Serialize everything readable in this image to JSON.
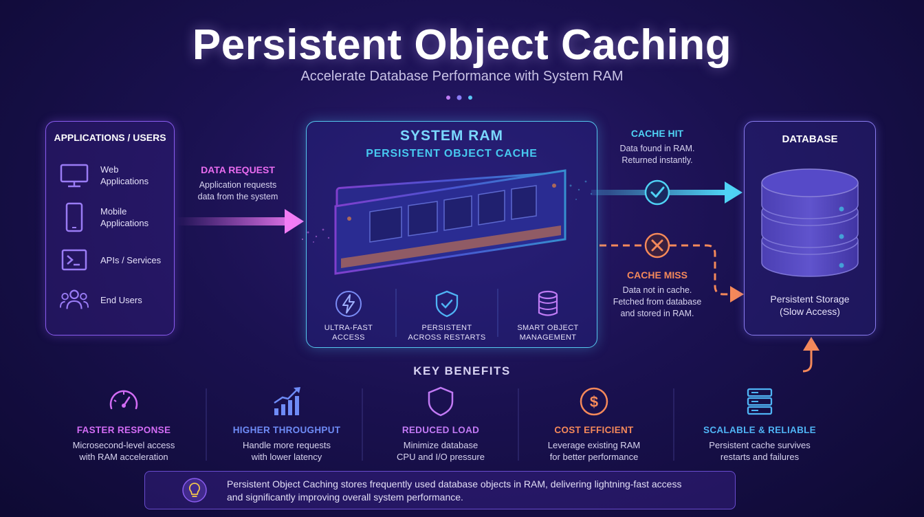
{
  "header": {
    "title": "Persistent Object Caching",
    "subtitle": "Accelerate Database Performance with System RAM"
  },
  "apps": {
    "title": "APPLICATIONS / USERS",
    "items": [
      {
        "label": "Web Applications",
        "icon": "monitor-icon"
      },
      {
        "label": "Mobile Applications",
        "icon": "mobile-phone-icon"
      },
      {
        "label": "APIs / Services",
        "icon": "terminal-icon"
      },
      {
        "label": "End Users",
        "icon": "users-icon"
      }
    ]
  },
  "request": {
    "title": "DATA REQUEST",
    "desc_line1": "Application requests",
    "desc_line2": "data from the system"
  },
  "ram": {
    "title": "SYSTEM RAM",
    "subtitle": "PERSISTENT OBJECT CACHE",
    "features": [
      {
        "line1": "ULTRA-FAST",
        "line2": "ACCESS",
        "icon": "lightning-icon"
      },
      {
        "line1": "PERSISTENT",
        "line2": "ACROSS RESTARTS",
        "icon": "shield-check-icon"
      },
      {
        "line1": "SMART OBJECT",
        "line2": "MANAGEMENT",
        "icon": "database-icon"
      }
    ]
  },
  "cache_hit": {
    "title": "CACHE HIT",
    "desc_line1": "Data found in RAM.",
    "desc_line2": "Returned instantly."
  },
  "cache_miss": {
    "title": "CACHE MISS",
    "desc_line1": "Data not in cache.",
    "desc_line2": "Fetched from database",
    "desc_line3": "and stored in RAM."
  },
  "database": {
    "title": "DATABASE",
    "label_line1": "Persistent Storage",
    "label_line2": "(Slow Access)"
  },
  "benefits": {
    "title": "KEY BENEFITS",
    "items": [
      {
        "title": "FASTER RESPONSE",
        "line1": "Microsecond-level access",
        "line2": "with RAM acceleration",
        "color": "#d36cf5",
        "icon": "speedometer-icon"
      },
      {
        "title": "HIGHER THROUGHPUT",
        "line1": "Handle more requests",
        "line2": "with lower latency",
        "color": "#6f8cf7",
        "icon": "bar-chart-trend-icon"
      },
      {
        "title": "REDUCED LOAD",
        "line1": "Minimize database",
        "line2": "CPU and I/O pressure",
        "color": "#c27af5",
        "icon": "shield-icon"
      },
      {
        "title": "COST EFFICIENT",
        "line1": "Leverage existing RAM",
        "line2": "for better performance",
        "color": "#f5895a",
        "icon": "dollar-coin-icon"
      },
      {
        "title": "SCALABLE & RELIABLE",
        "line1": "Persistent cache survives",
        "line2": "restarts and failures",
        "color": "#4fb4f5",
        "icon": "server-rack-icon"
      }
    ]
  },
  "footer": {
    "line1": "Persistent Object Caching stores frequently used database objects in RAM, delivering lightning-fast access",
    "line2": "and significantly improving overall system performance.",
    "icon": "lightbulb-icon"
  },
  "colors": {
    "request": "#e96cf0",
    "hit": "#4fd3f5",
    "miss": "#f5895a",
    "ram_border": "#55c8ee",
    "panel_border": "#8a5cf0"
  }
}
